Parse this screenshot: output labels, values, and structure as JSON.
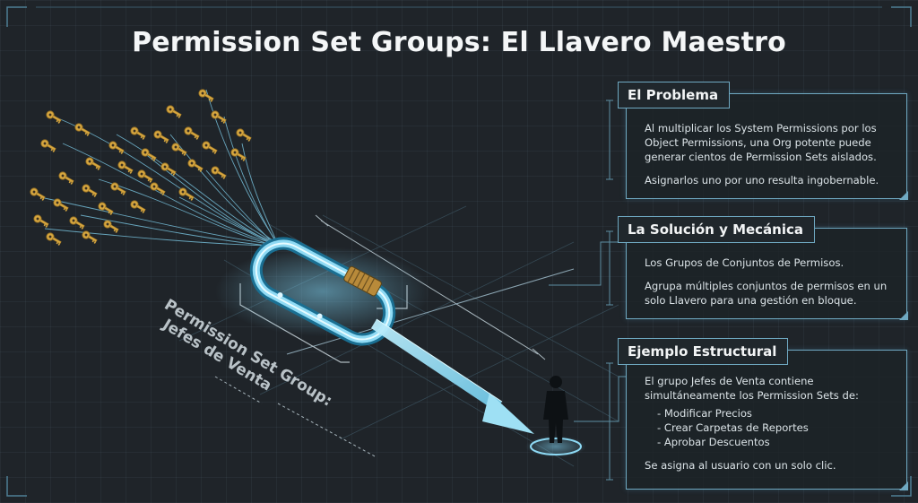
{
  "title": "Permission Set Groups: El Llavero Maestro",
  "carabiner_label": {
    "line1": "Permission Set Group:",
    "line2": "Jefes de Venta"
  },
  "panels": [
    {
      "header": "El Problema",
      "paragraphs": [
        "Al multiplicar los System Permissions por los Object Permissions, una Org potente puede generar cientos de Permission Sets aislados.",
        "Asignarlos uno por uno resulta ingobernable."
      ]
    },
    {
      "header": "La Solución y Mecánica",
      "paragraphs": [
        "Los Grupos de Conjuntos de Permisos.",
        "Agrupa múltiples conjuntos de permisos en un solo Llavero para una gestión en bloque."
      ]
    },
    {
      "header": "Ejemplo Estructural",
      "intro": "El grupo Jefes de Venta contiene simultáneamente los Permission Sets de:",
      "items": [
        "Modificar Precios",
        "Crear Carpetas de Reportes",
        "Aprobar Descuentos"
      ],
      "outro": "Se asigna al usuario con un solo clic."
    }
  ],
  "colors": {
    "background": "#1f2429",
    "accent": "#6fa9c2",
    "beam": "#8fd3ec",
    "key": "#d6a63f"
  },
  "icons": [
    "key-icon",
    "carabiner-icon",
    "user-silhouette-icon",
    "arrow-icon"
  ]
}
